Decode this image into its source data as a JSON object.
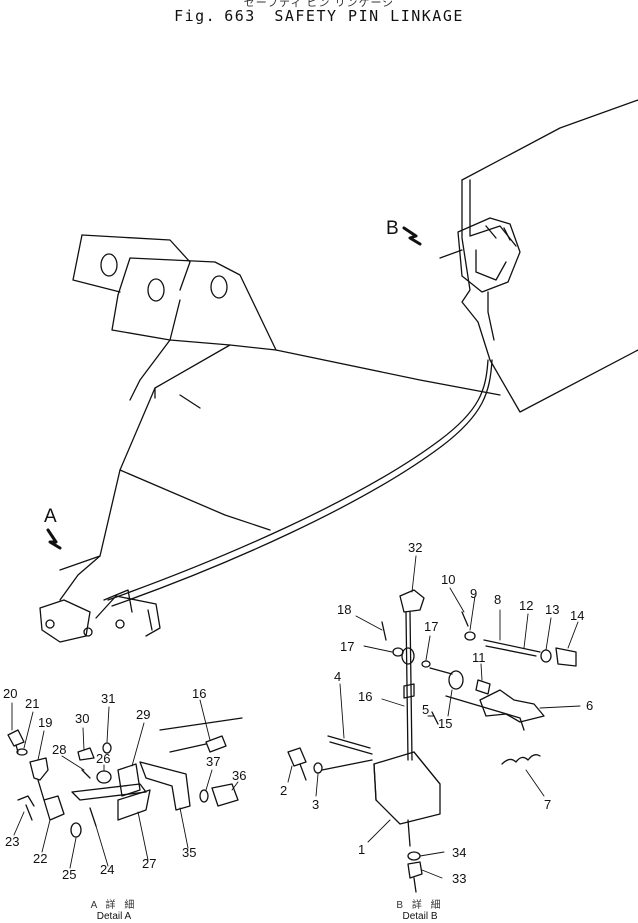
{
  "figure": {
    "japanese_title": "セーフティ ピン リンケージ",
    "fig_prefix": "Fig.",
    "fig_number": "663",
    "title": "SAFETY PIN LINKAGE"
  },
  "view_markers": {
    "a": "A",
    "b": "B"
  },
  "details": {
    "a": {
      "japanese": "A 詳 細",
      "label": "Detail A"
    },
    "b": {
      "japanese": "B 詳 細",
      "label": "Detail B"
    }
  },
  "callouts_detail_a": [
    "20",
    "21",
    "19",
    "30",
    "31",
    "29",
    "16",
    "28",
    "26",
    "37",
    "36",
    "23",
    "22",
    "25",
    "24",
    "27",
    "35"
  ],
  "callouts_detail_b": [
    "32",
    "10",
    "9",
    "8",
    "12",
    "13",
    "14",
    "18",
    "17",
    "17",
    "11",
    "4",
    "16",
    "5",
    "15",
    "6",
    "2",
    "3",
    "7",
    "1",
    "34",
    "33"
  ],
  "colors": {
    "ink": "#111111",
    "paper": "#ffffff"
  }
}
